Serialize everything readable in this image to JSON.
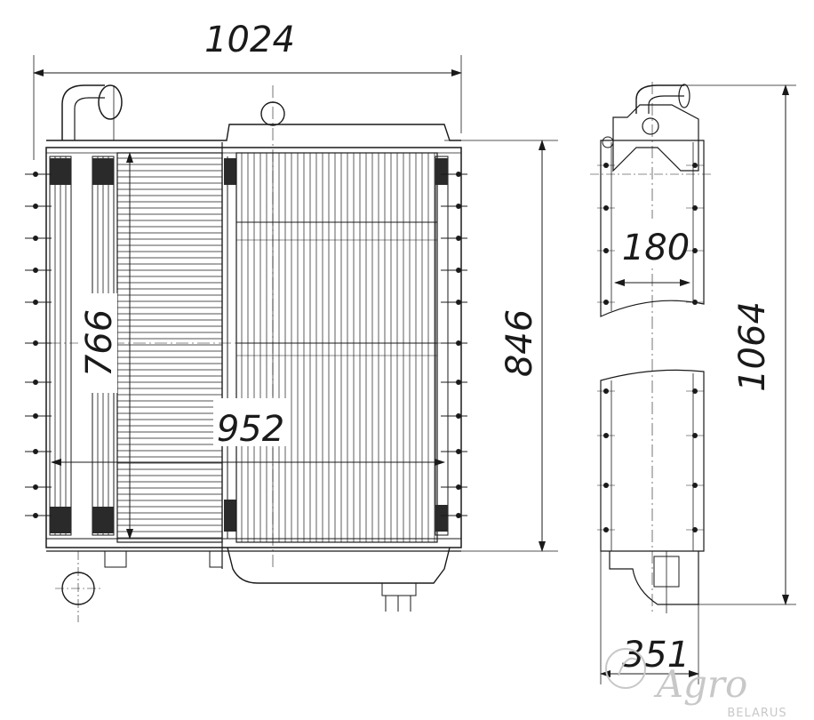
{
  "dimensions": {
    "overall_width": "1024",
    "core_height": "766",
    "core_width": "952",
    "frame_height": "846",
    "side_width": "180",
    "side_height": "1064",
    "depth": "351"
  },
  "watermark": {
    "brand": "Agro",
    "sub": "BELARUS"
  },
  "colors": {
    "line": "#1a1a1a",
    "watermark": "#c8c8c8"
  }
}
